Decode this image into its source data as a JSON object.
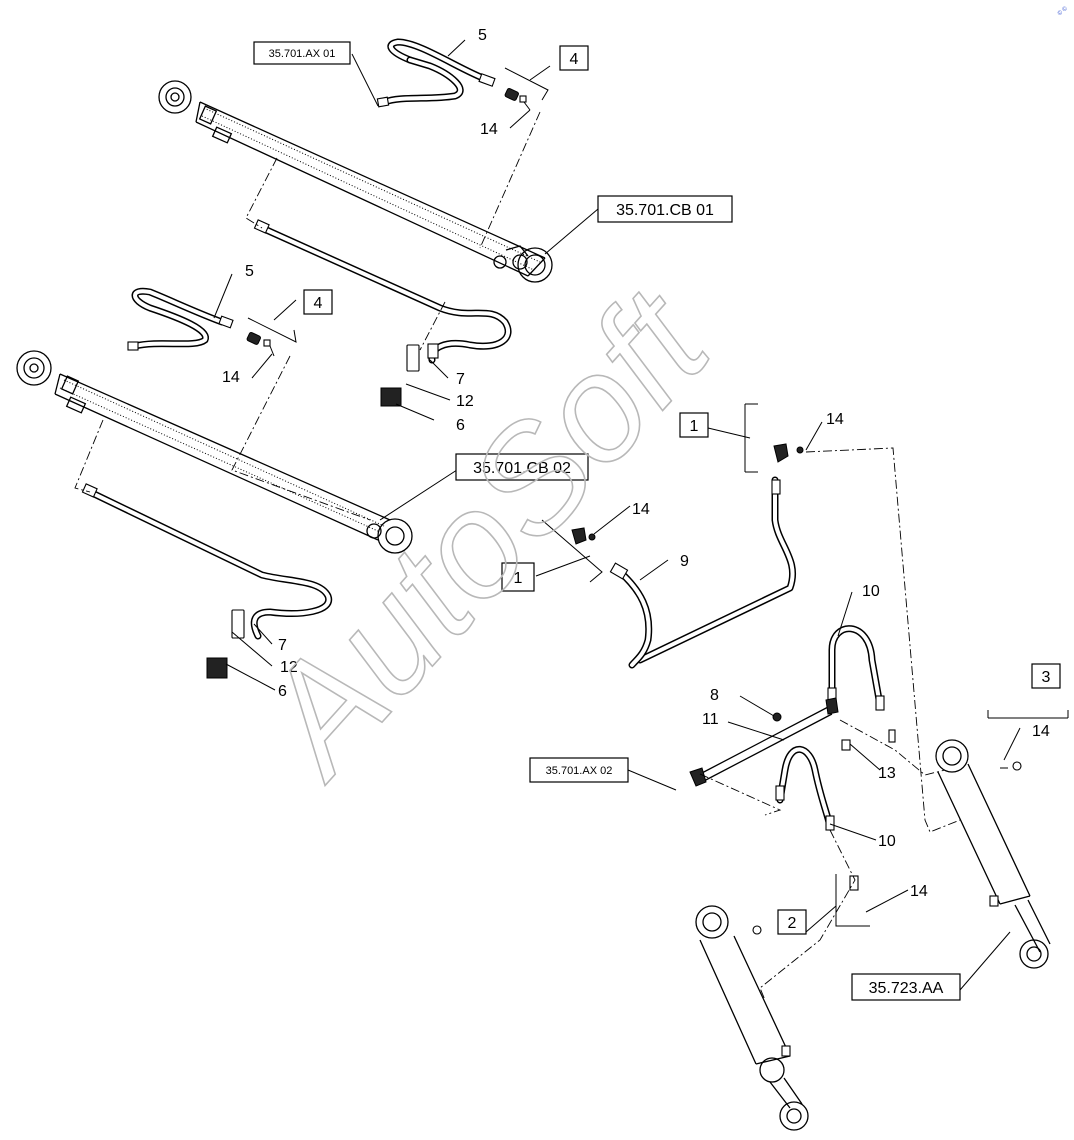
{
  "watermark": "AutoSoft",
  "corner_mark": "© ©",
  "references": {
    "ax01": "35.701.AX 01",
    "cb01": "35.701.CB 01",
    "cb02": "35.701.CB 02",
    "ax02": "35.701.AX 02",
    "aa": "35.723.AA"
  },
  "group_boxes": {
    "g4_top": "4",
    "g4_mid": "4",
    "g1_a": "1",
    "g1_b": "1",
    "g3": "3",
    "g2": "2"
  },
  "callouts": {
    "c5_top": "5",
    "c14_top": "14",
    "c5_mid": "5",
    "c14_mid": "14",
    "c7_a": "7",
    "c12_a": "12",
    "c6_a": "6",
    "c14_c": "14",
    "c14_d": "14",
    "c9": "9",
    "c7_b": "7",
    "c12_b": "12",
    "c6_b": "6",
    "c10_a": "10",
    "c8": "8",
    "c11": "11",
    "c14_e": "14",
    "c13": "13",
    "c10_b": "10",
    "c14_f": "14"
  }
}
